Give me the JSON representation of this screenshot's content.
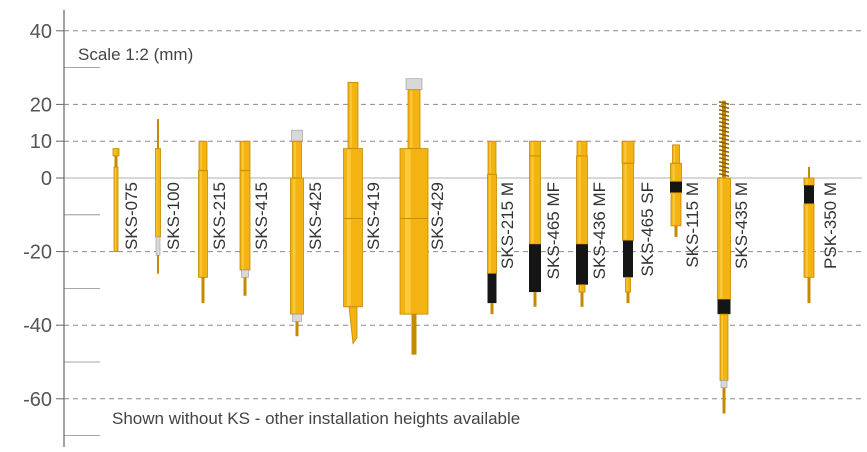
{
  "scale_note": "Scale 1:2 (mm)",
  "footer_note": "Shown without KS - other installation heights available",
  "axis": {
    "ticks": [
      {
        "label": "40",
        "value": 40,
        "dashed": true
      },
      {
        "label": "20",
        "value": 20,
        "dashed": true
      },
      {
        "label": "10",
        "value": 10,
        "dashed": true
      },
      {
        "label": "0",
        "value": 0,
        "dashed": false
      },
      {
        "label": "-20",
        "value": -20,
        "dashed": true
      },
      {
        "label": "-40",
        "value": -40,
        "dashed": true
      },
      {
        "label": "-60",
        "value": -60,
        "dashed": true
      }
    ]
  },
  "colors": {
    "gold": "#F2B313",
    "gold_dark": "#C48A00",
    "gold_light": "#FFD24D",
    "black_band": "#151515",
    "silver": "#D8D8D8",
    "axis": "#666666",
    "grid": "#8A8A8A",
    "text": "#333333",
    "tick_text": "#555555"
  },
  "probes": [
    {
      "name": "SKS-075"
    },
    {
      "name": "SKS-100"
    },
    {
      "name": "SKS-215"
    },
    {
      "name": "SKS-415"
    },
    {
      "name": "SKS-425"
    },
    {
      "name": "SKS-419"
    },
    {
      "name": "SKS-429"
    },
    {
      "name": "SKS-215 M"
    },
    {
      "name": "SKS-465 MF"
    },
    {
      "name": "SKS-436 MF"
    },
    {
      "name": "SKS-465 SF"
    },
    {
      "name": "SKS-115 M"
    },
    {
      "name": "SKS-435 M"
    },
    {
      "name": "PSK-350 M"
    }
  ]
}
